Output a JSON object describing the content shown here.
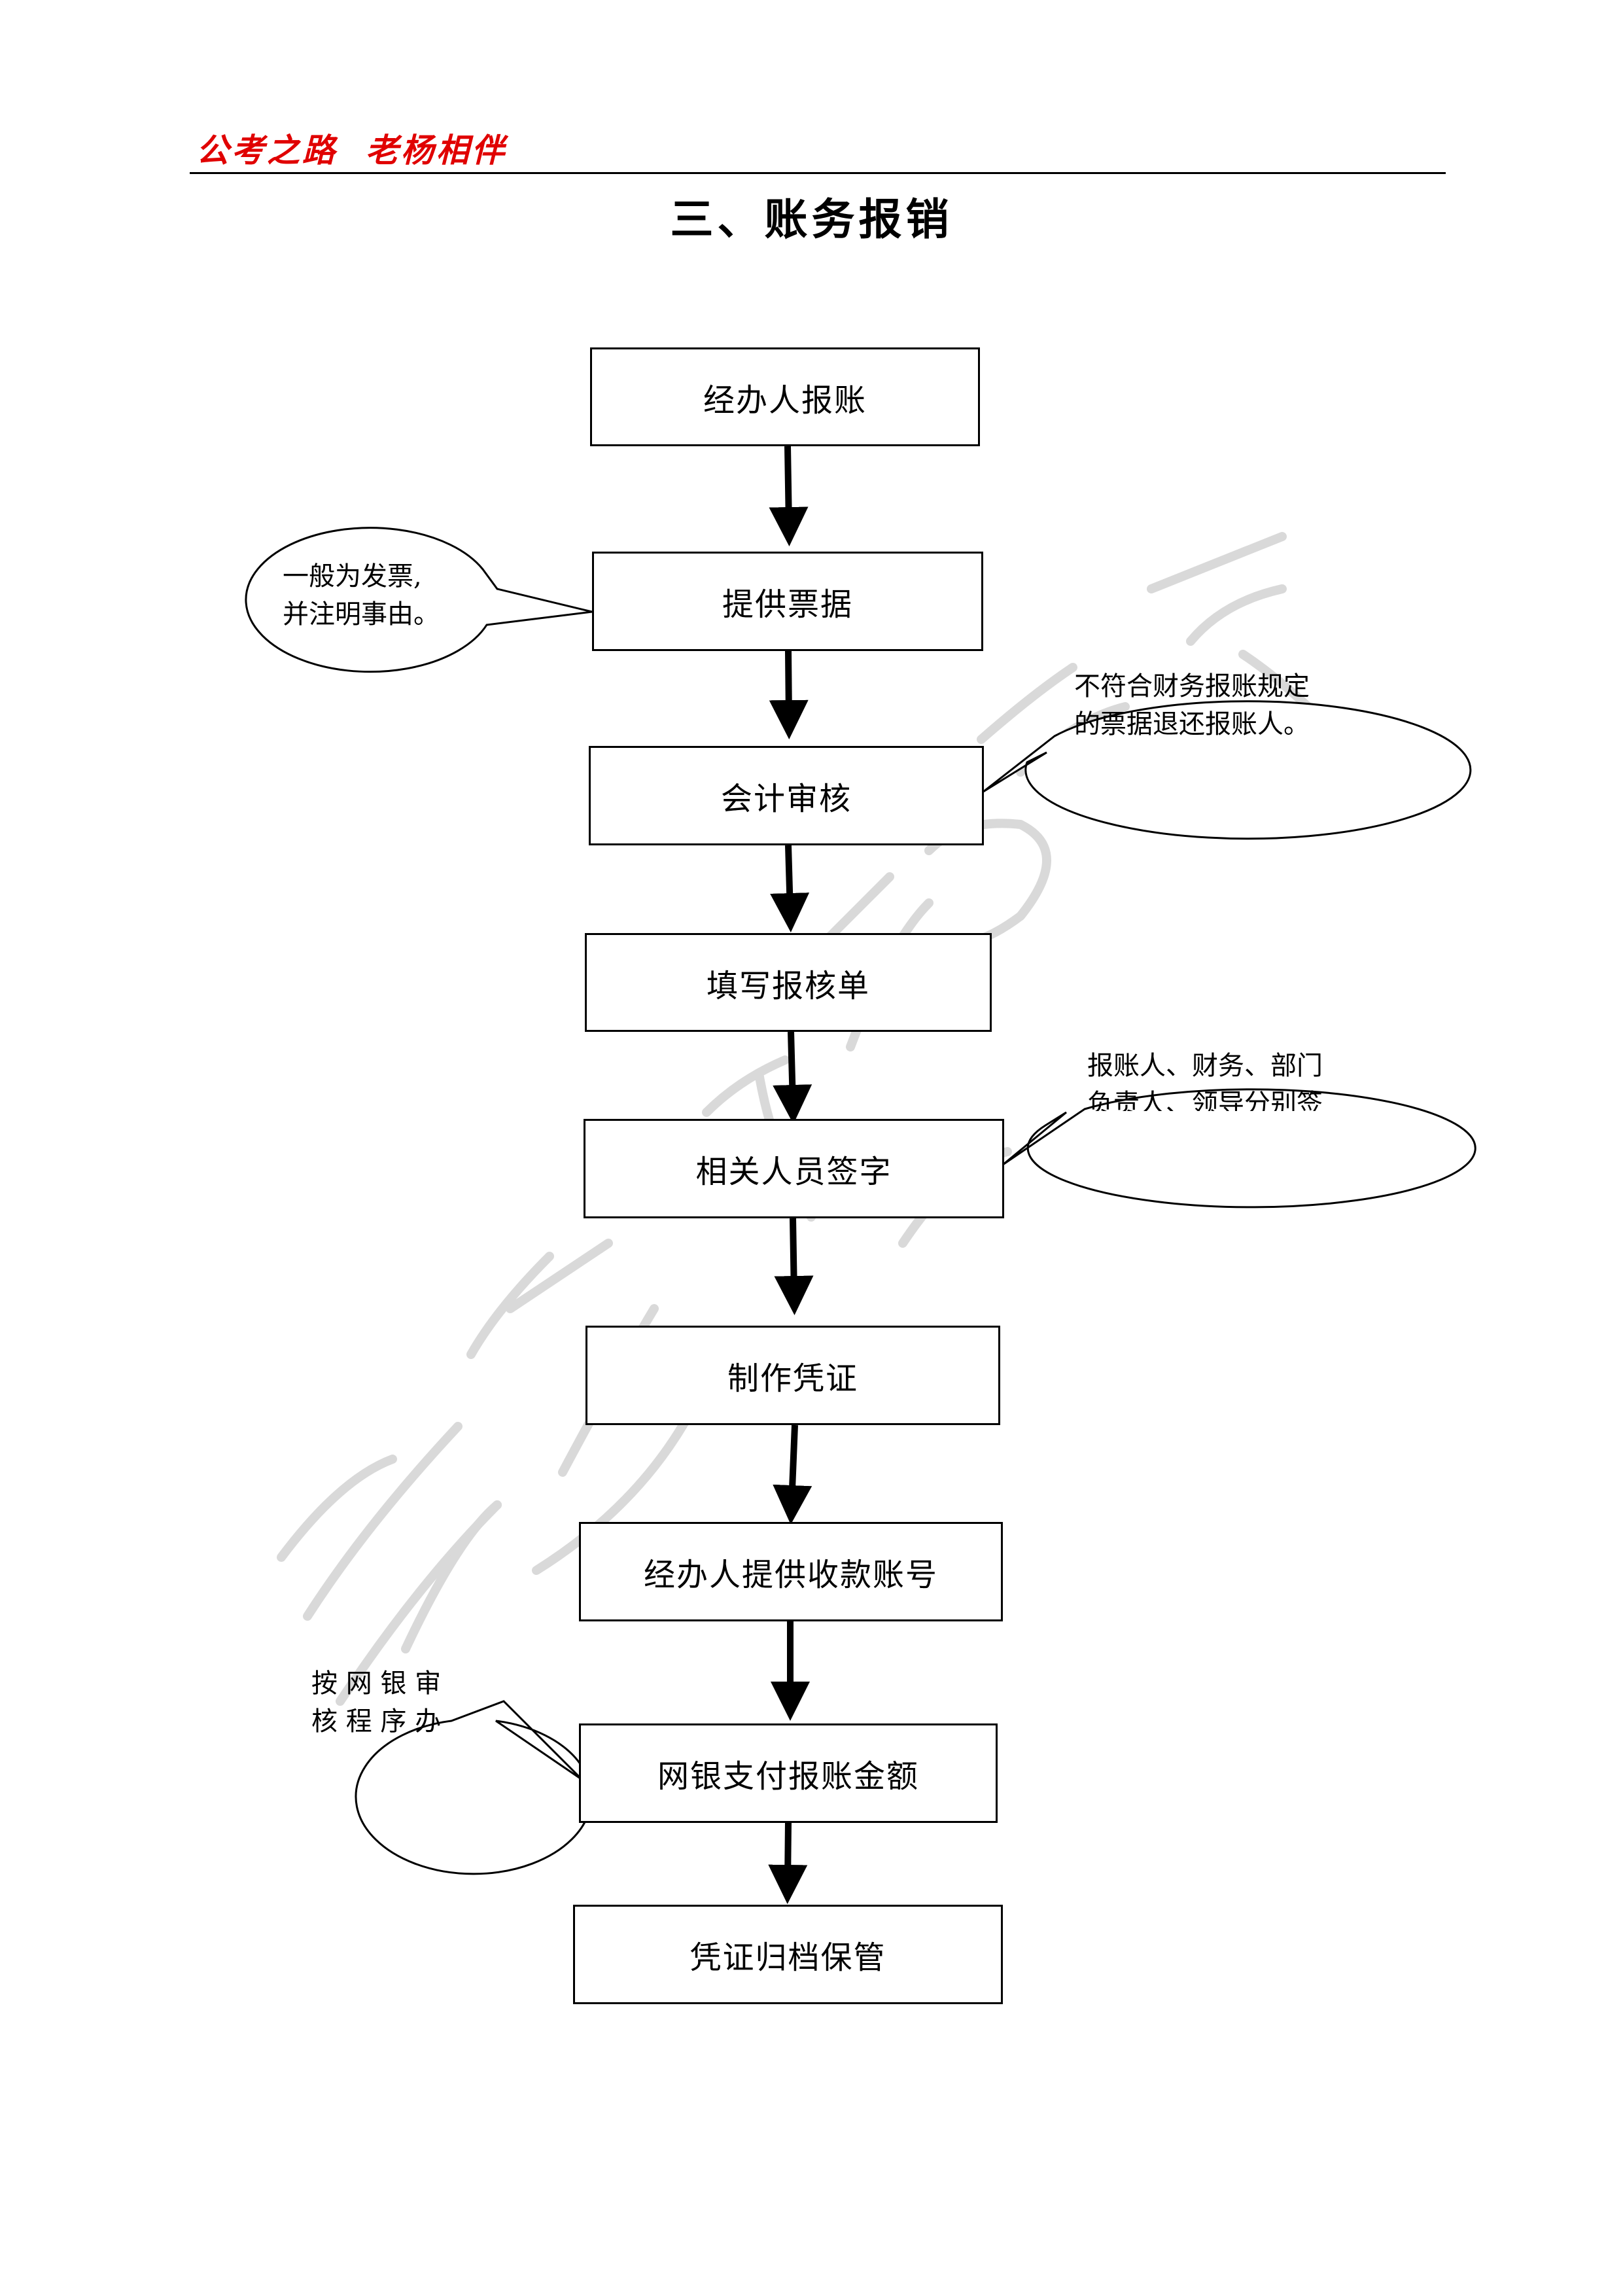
{
  "header": {
    "brand": "公考之路  老杨相伴",
    "title": "三、账务报销"
  },
  "watermark": {
    "text": "老杨讲公考"
  },
  "flow": {
    "steps": [
      "经办人报账",
      "提供票据",
      "会计审核",
      "填写报核单",
      "相关人员签字",
      "制作凭证",
      "经办人提供收款账号",
      "网银支付报账金额",
      "凭证归档保管"
    ],
    "notes": [
      {
        "lines": [
          "一般为发票,",
          "并注明事由。"
        ]
      },
      {
        "lines": [
          "不符合财务报账规定",
          "的票据退还报账人。"
        ]
      },
      {
        "lines": [
          "报账人、财务、部门",
          "负责人、领导分别签"
        ]
      },
      {
        "lines": [
          "按 网 银 审",
          "核 程 序 办"
        ]
      }
    ]
  },
  "colors": {
    "brand": "#e00000",
    "line": "#000000",
    "watermark": "#d9d9d9"
  }
}
